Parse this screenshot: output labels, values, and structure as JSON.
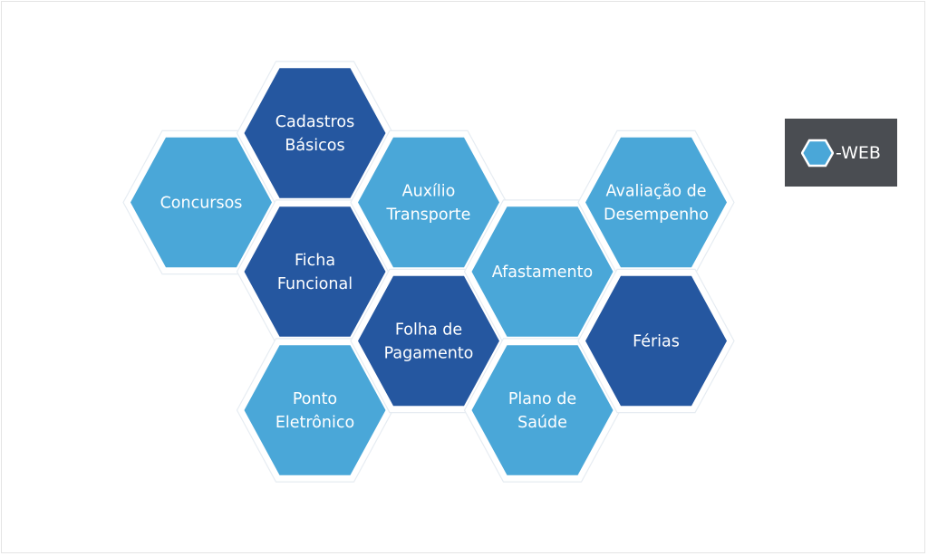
{
  "colors": {
    "dark": "#2557a0",
    "light": "#4aa7d8",
    "logo_bg": "#4a4d52"
  },
  "logo": {
    "text": "-WEB",
    "icon": "hexagon-icon"
  },
  "modules": [
    {
      "id": "concursos",
      "lines": [
        "Concursos"
      ],
      "tone": "light",
      "col": 0,
      "row": 0.5
    },
    {
      "id": "cadastros-basicos",
      "lines": [
        "Cadastros",
        "Básicos"
      ],
      "tone": "dark",
      "col": 1,
      "row": 0
    },
    {
      "id": "ficha-funcional",
      "lines": [
        "Ficha",
        "Funcional"
      ],
      "tone": "dark",
      "col": 1,
      "row": 1
    },
    {
      "id": "ponto-eletronico",
      "lines": [
        "Ponto",
        "Eletrônico"
      ],
      "tone": "light",
      "col": 1,
      "row": 2
    },
    {
      "id": "auxilio-transporte",
      "lines": [
        "Auxílio",
        "Transporte"
      ],
      "tone": "light",
      "col": 2,
      "row": 0.5
    },
    {
      "id": "folha-de-pagamento",
      "lines": [
        "Folha de",
        "Pagamento"
      ],
      "tone": "dark",
      "col": 2,
      "row": 1.5
    },
    {
      "id": "afastamento",
      "lines": [
        "Afastamento"
      ],
      "tone": "light",
      "col": 3,
      "row": 1
    },
    {
      "id": "plano-de-saude",
      "lines": [
        "Plano de",
        "Saúde"
      ],
      "tone": "light",
      "col": 3,
      "row": 2
    },
    {
      "id": "avaliacao-de-desempenho",
      "lines": [
        "Avaliação de",
        "Desempenho"
      ],
      "tone": "light",
      "col": 4,
      "row": 0.5
    },
    {
      "id": "ferias",
      "lines": [
        "Férias"
      ],
      "tone": "dark",
      "col": 4,
      "row": 1.5
    }
  ]
}
